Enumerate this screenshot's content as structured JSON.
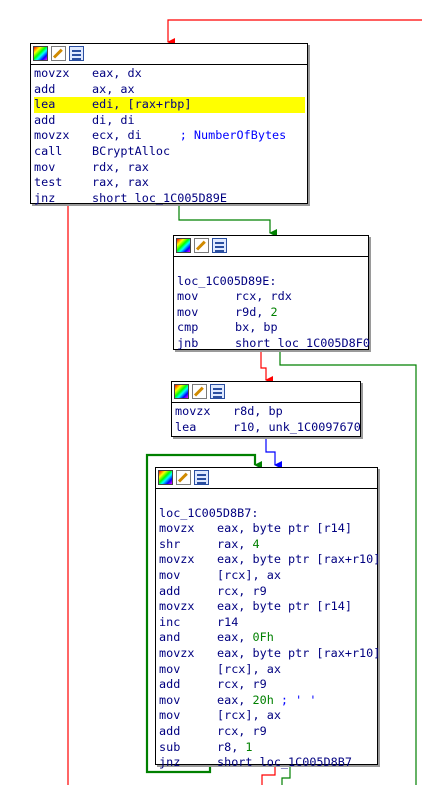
{
  "colors": {
    "false_branch": "#ff0000",
    "true_branch": "#008000",
    "fallthrough": "#0000ff",
    "highlight": "#ffff00",
    "text": "#000080",
    "number": "#008000",
    "comment": "#0000ff"
  },
  "blocks": [
    {
      "id": "block-1",
      "lines": [
        {
          "mn": "movzx",
          "op": "eax, dx"
        },
        {
          "mn": "add",
          "op": "ax, ax"
        },
        {
          "mn": "lea",
          "op": "edi, [rax+rbp]",
          "highlight": true
        },
        {
          "mn": "add",
          "op": "di, di"
        },
        {
          "mn": "movzx",
          "op": "ecx, di",
          "comment": "; NumberOfBytes"
        },
        {
          "mn": "call",
          "op": "BCryptAlloc"
        },
        {
          "mn": "mov",
          "op": "rdx, rax"
        },
        {
          "mn": "test",
          "op": "rax, rax"
        },
        {
          "mn": "jnz",
          "op": "short loc_1C005D89E"
        }
      ]
    },
    {
      "id": "block-2",
      "lines": [
        {
          "blank": true
        },
        {
          "label": "loc_1C005D89E:"
        },
        {
          "mn": "mov",
          "op": "rcx, rdx"
        },
        {
          "mn": "mov",
          "op": "r9d, ",
          "num": "2"
        },
        {
          "mn": "cmp",
          "op": "bx, bp"
        },
        {
          "mn": "jnb",
          "op": "short loc_1C005D8F0"
        }
      ]
    },
    {
      "id": "block-3",
      "lines": [
        {
          "mn": "movzx",
          "op": "r8d, bp"
        },
        {
          "mn": "lea",
          "op": "r10, unk_1C0097670"
        }
      ]
    },
    {
      "id": "block-4",
      "lines": [
        {
          "blank": true
        },
        {
          "label": "loc_1C005D8B7:"
        },
        {
          "mn": "movzx",
          "op": "eax, byte ptr [r14]"
        },
        {
          "mn": "shr",
          "op": "rax, ",
          "num": "4"
        },
        {
          "mn": "movzx",
          "op": "eax, byte ptr [rax+r10]"
        },
        {
          "mn": "mov",
          "op": "[rcx], ax"
        },
        {
          "mn": "add",
          "op": "rcx, r9"
        },
        {
          "mn": "movzx",
          "op": "eax, byte ptr [r14]"
        },
        {
          "mn": "inc",
          "op": "r14"
        },
        {
          "mn": "and",
          "op": "eax, ",
          "num": "0Fh"
        },
        {
          "mn": "movzx",
          "op": "eax, byte ptr [rax+r10]"
        },
        {
          "mn": "mov",
          "op": "[rcx], ax"
        },
        {
          "mn": "add",
          "op": "rcx, r9"
        },
        {
          "mn": "mov",
          "op": "eax, ",
          "num": "20h",
          "comment": " ; ' '"
        },
        {
          "mn": "mov",
          "op": "[rcx], ax"
        },
        {
          "mn": "add",
          "op": "rcx, r9"
        },
        {
          "mn": "sub",
          "op": "r8, ",
          "num": "1"
        },
        {
          "mn": "jnz",
          "op": "short loc_1C005D8B7"
        }
      ]
    }
  ]
}
